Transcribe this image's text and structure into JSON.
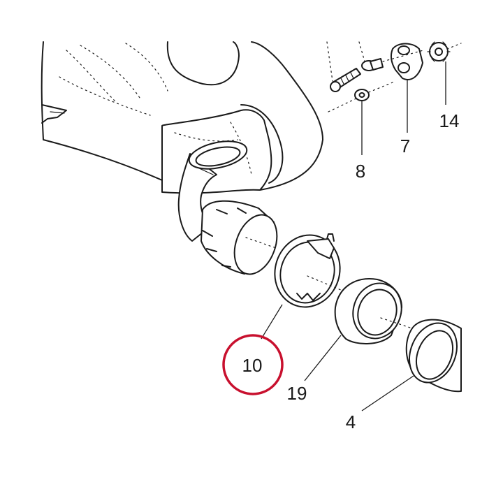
{
  "diagram": {
    "highlight_color": "#c8102e",
    "line_color": "#1a1a1a",
    "highlighted_part": "10",
    "parts": [
      {
        "id": "p14",
        "label": "14"
      },
      {
        "id": "p7",
        "label": "7"
      },
      {
        "id": "p8",
        "label": "8"
      },
      {
        "id": "p10",
        "label": "10"
      },
      {
        "id": "p19",
        "label": "19"
      },
      {
        "id": "p4",
        "label": "4"
      }
    ]
  }
}
